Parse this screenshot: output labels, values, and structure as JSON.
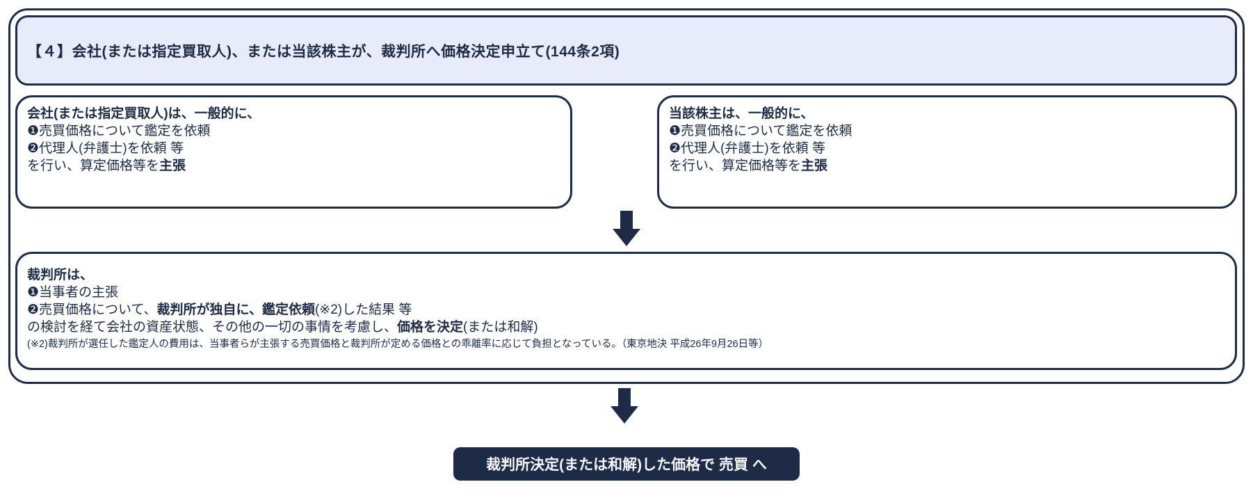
{
  "colors": {
    "navy": "#1e2b47",
    "header_bg": "#e8ecfa",
    "box_bg": "#ffffff",
    "page_bg": "#ffffff",
    "pill_text": "#f5f7fa"
  },
  "header": {
    "title": "【４】会社(または指定買取人)、または当該株主が、裁判所へ価格決定申立て(144条2項)"
  },
  "company_box": {
    "lines": [
      {
        "segments": [
          {
            "text": "会社(または指定買取人)は、一般的に、",
            "bold": true
          }
        ]
      },
      {
        "segments": [
          {
            "text": "❶売買価格について鑑定を依頼",
            "bold": false
          }
        ]
      },
      {
        "segments": [
          {
            "text": "❷代理人(弁護士)を依頼 等",
            "bold": false
          }
        ]
      },
      {
        "segments": [
          {
            "text": "を行い、算定価格等を",
            "bold": false
          },
          {
            "text": "主張",
            "bold": true
          }
        ]
      }
    ]
  },
  "shareholder_box": {
    "lines": [
      {
        "segments": [
          {
            "text": "当該株主は、一般的に、",
            "bold": true
          }
        ]
      },
      {
        "segments": [
          {
            "text": "❶売買価格について鑑定を依頼",
            "bold": false
          }
        ]
      },
      {
        "segments": [
          {
            "text": "❷代理人(弁護士)を依頼 等",
            "bold": false
          }
        ]
      },
      {
        "segments": [
          {
            "text": "を行い、算定価格等を",
            "bold": false
          },
          {
            "text": "主張",
            "bold": true
          }
        ]
      }
    ]
  },
  "court_box": {
    "lines": [
      {
        "segments": [
          {
            "text": "裁判所は、",
            "bold": true
          }
        ]
      },
      {
        "segments": [
          {
            "text": "❶当事者の主張",
            "bold": false
          }
        ]
      },
      {
        "segments": [
          {
            "text": "❷売買価格について、",
            "bold": false
          },
          {
            "text": "裁判所が独自に、鑑定依頼",
            "bold": true
          },
          {
            "text": "(※2)した結果 等",
            "bold": false
          }
        ]
      },
      {
        "segments": [
          {
            "text": "の検討を経て会社の資産状態、その他の一切の事情を考慮し、",
            "bold": false
          },
          {
            "text": "価格を決定",
            "bold": true
          },
          {
            "text": "(または和解)",
            "bold": false
          }
        ]
      },
      {
        "small": true,
        "segments": [
          {
            "text": "(※2)裁判所が選任した鑑定人の費用は、当事者らが主張する売買価格と裁判所が定める価格との乖離率に応じて負担となっている。（東京地決 平成26年9月26日等）",
            "bold": false
          }
        ]
      }
    ]
  },
  "result_pill": {
    "label": "裁判所決定(または和解)した価格で 売買 へ"
  },
  "icons": {
    "down_arrow": "solid navy downward arrow"
  }
}
